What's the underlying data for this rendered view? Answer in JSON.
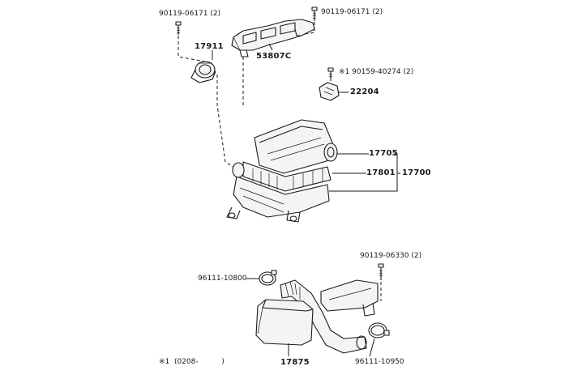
{
  "labels": {
    "bolt_left_top": "90119-06171 (2)",
    "bolt_right_top": "90119-06171 (2)",
    "part_17911": "17911",
    "part_53807c": "53807C",
    "bolt_sensor": "※1  90159-40274 (2)",
    "part_22204": "22204",
    "part_17705": "17705",
    "part_17801": "17801",
    "part_17700": "17700",
    "bolt_bottom": "90119-06330 (2)",
    "clamp_top": "96111-10800",
    "part_17875": "17875",
    "clamp_bottom": "96111-10950",
    "footnote": "※1  (0208-          )"
  }
}
